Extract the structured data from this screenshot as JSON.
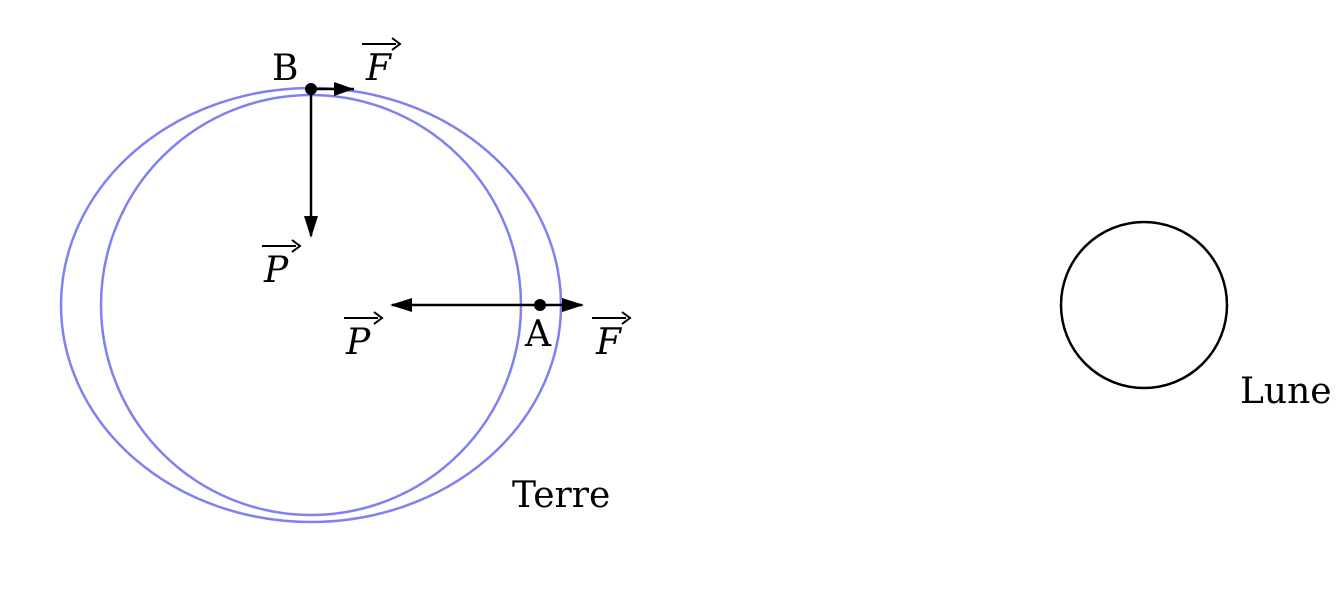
{
  "labels": {
    "point_b": "B",
    "point_a": "A",
    "earth": "Terre",
    "moon": "Lune"
  },
  "vectors": {
    "force_b": "F",
    "weight_b": "P",
    "weight_a": "P",
    "force_a": "F"
  },
  "colors": {
    "earth_outline": "#8080f0",
    "ink": "#000000"
  }
}
